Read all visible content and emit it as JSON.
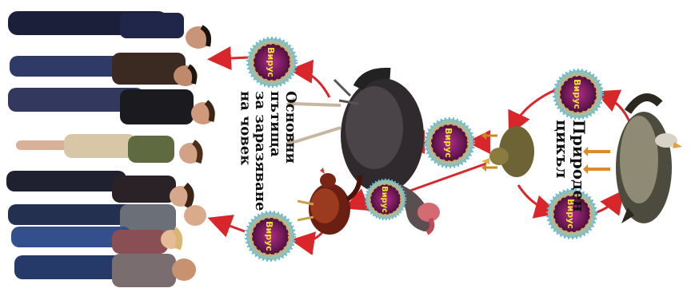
{
  "labels": {
    "natural_cycle": "Природен цикъл",
    "main_paths": [
      "Основни пътища",
      "за заразяване",
      "на човек"
    ]
  },
  "virus_label": "Вирус",
  "colors": {
    "arrow": "#d9262b",
    "virus_core": "#8a1f6b",
    "virus_halo": "#e7a45a",
    "virus_stripe": "#7ec8c9",
    "virus_text": "#f2e631"
  },
  "icons": {
    "goose": "goose-icon",
    "duckling": "duck-icon",
    "turkey": "turkey-icon",
    "chicken": "chicken-icon",
    "people": "people-group-icon",
    "virus": "virus-icon"
  }
}
